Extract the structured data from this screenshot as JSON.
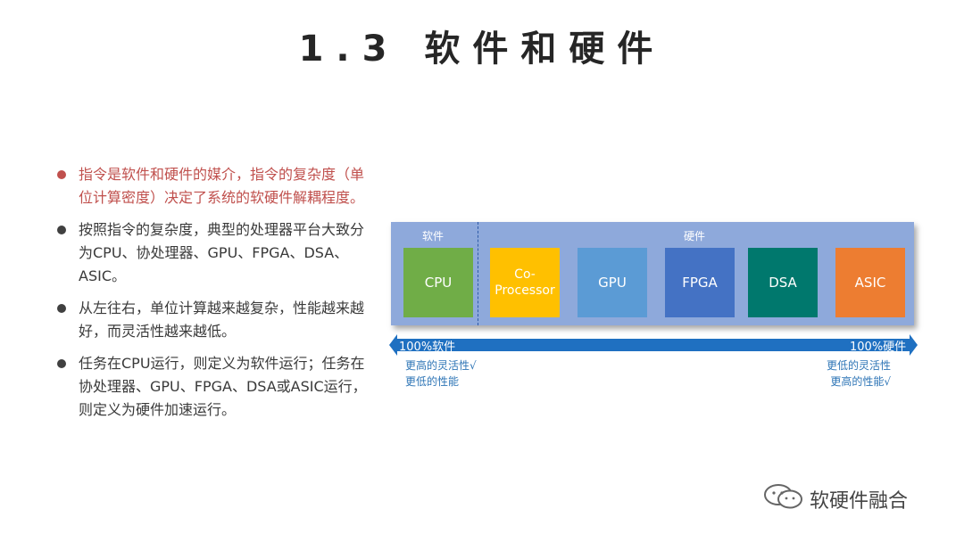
{
  "title": "1.3  软件和硬件",
  "bullets": [
    "指令是软件和硬件的媒介，指令的复杂度（单位计算密度）决定了系统的软硬件解耦程度。",
    "按照指令的复杂度，典型的处理器平台大致分为CPU、协处理器、GPU、FPGA、DSA、ASIC。",
    "从左往右，单位计算越来越复杂，性能越来越好，而灵活性越来越低。",
    "任务在CPU运行，则定义为软件运行；任务在协处理器、GPU、FPGA、DSA或ASIC运行，则定义为硬件加速运行。"
  ],
  "diagram": {
    "software_label": "软件",
    "hardware_label": "硬件",
    "processors": [
      "CPU",
      "Co-Processor",
      "GPU",
      "FPGA",
      "DSA",
      "ASIC"
    ],
    "colors": {
      "panel": "#8ea9db",
      "cpu": "#70ad47",
      "coprocessor": "#ffc000",
      "gpu": "#5b9bd5",
      "fpga": "#4472c4",
      "dsa": "#00786d",
      "asic": "#ed7d31",
      "arrow": "#1f70c1",
      "highlight_text": "#c0504d"
    },
    "arrow_left_label": "100%软件",
    "arrow_right_label": "100%硬件",
    "left_notes": [
      "更高的灵活性√",
      "更低的性能"
    ],
    "right_notes": [
      "更低的灵活性",
      "更高的性能√"
    ]
  },
  "watermark": {
    "icon": "wechat-icon",
    "text": "软硬件融合"
  }
}
